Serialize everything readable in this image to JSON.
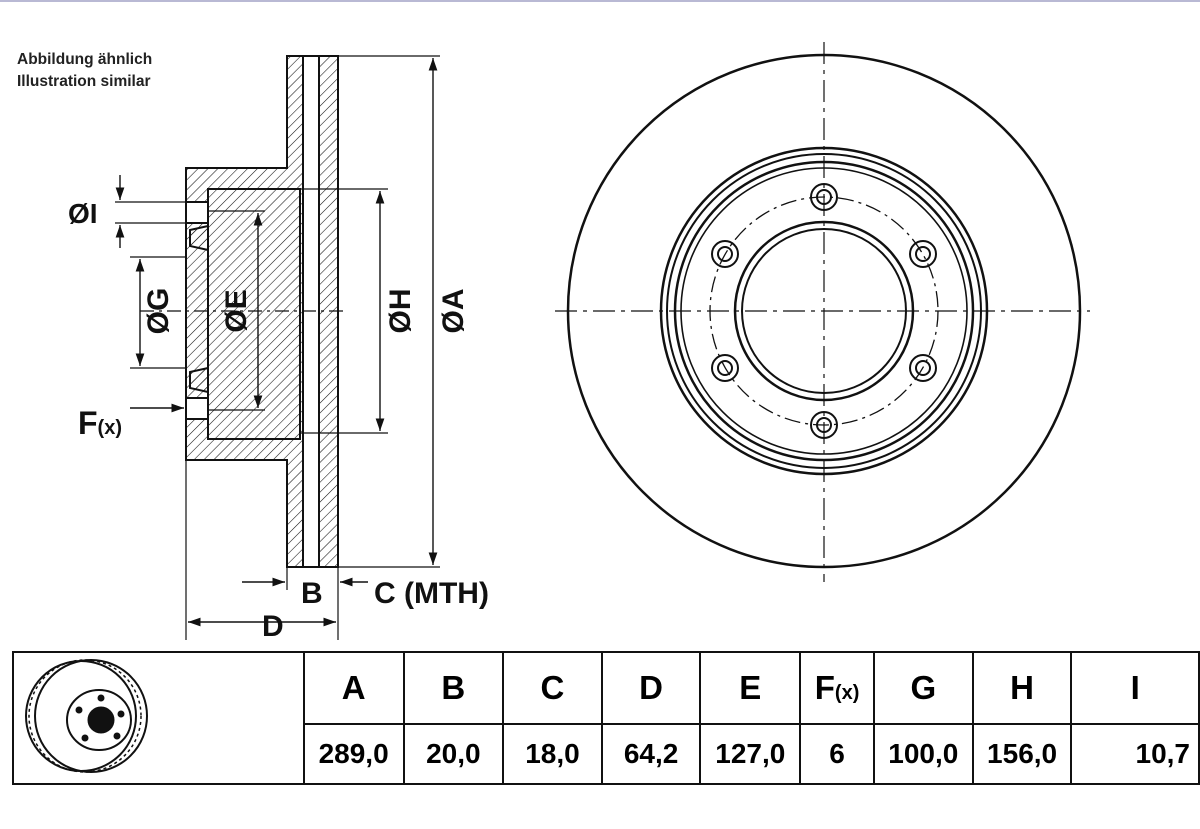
{
  "notes": {
    "line1": "Abbildung ähnlich",
    "line2": "Illustration similar"
  },
  "labels": {
    "dia_i": "ØI",
    "dia_g": "ØG",
    "dia_e": "ØE",
    "dia_h": "ØH",
    "dia_a": "ØA",
    "f_main": "F",
    "f_sub": "(x)",
    "b": "B",
    "c": "C (MTH)",
    "d": "D"
  },
  "table": {
    "headers": [
      "A",
      "B",
      "C",
      "D",
      "E",
      "F",
      "G",
      "H",
      "I"
    ],
    "f_suffix": "(x)",
    "values": [
      "289,0",
      "20,0",
      "18,0",
      "64,2",
      "127,0",
      "6",
      "100,0",
      "156,0",
      "10,7"
    ]
  },
  "colors": {
    "line": "#111111",
    "frame": "#b9b9d4"
  }
}
